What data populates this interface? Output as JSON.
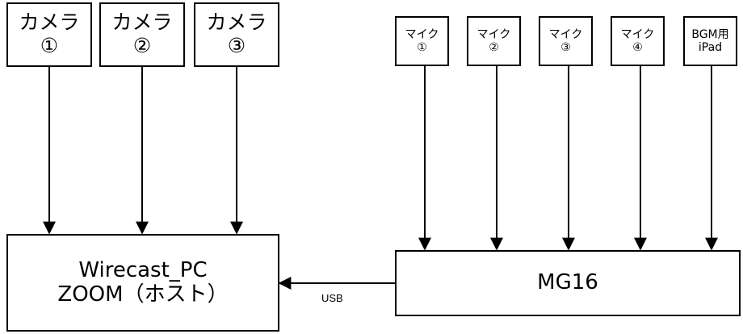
{
  "cameras": [
    {
      "label": "カメラ",
      "num": "①"
    },
    {
      "label": "カメラ",
      "num": "②"
    },
    {
      "label": "カメラ",
      "num": "③"
    }
  ],
  "mics": [
    {
      "line1": "マイク",
      "line2": "①"
    },
    {
      "line1": "マイク",
      "line2": "②"
    },
    {
      "line1": "マイク",
      "line2": "③"
    },
    {
      "line1": "マイク",
      "line2": "④"
    },
    {
      "line1": "BGM用",
      "line2": "iPad"
    }
  ],
  "pc": {
    "line1": "Wirecast_PC",
    "line2": "ZOOM（ホスト）"
  },
  "mixer": {
    "label": "MG16"
  },
  "link": {
    "label": "USB"
  },
  "colors": {
    "line": "#000000",
    "background": "#ffffff"
  }
}
